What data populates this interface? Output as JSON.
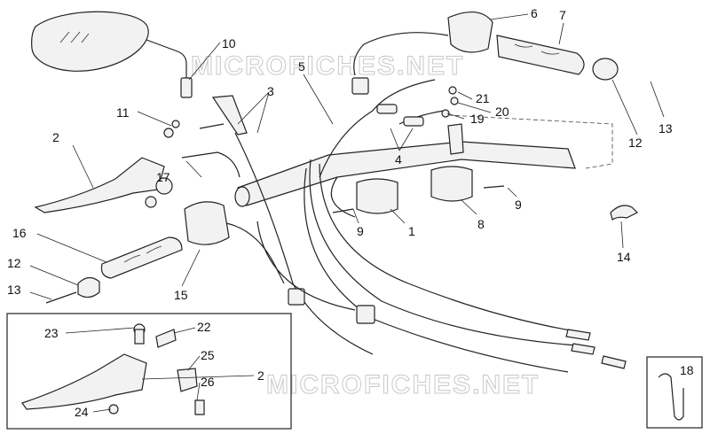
{
  "watermark": "MICROFICHES.NET",
  "callouts": {
    "c1": "1",
    "c2a": "2",
    "c2b": "2",
    "c3": "3",
    "c4": "4",
    "c5": "5",
    "c6": "6",
    "c7": "7",
    "c8": "8",
    "c9a": "9",
    "c9b": "9",
    "c10": "10",
    "c11": "11",
    "c12a": "12",
    "c12b": "12",
    "c13a": "13",
    "c13b": "13",
    "c14": "14",
    "c15": "15",
    "c16": "16",
    "c17": "17",
    "c18": "18",
    "c19": "19",
    "c20": "20",
    "c21": "21",
    "c22": "22",
    "c23": "23",
    "c24": "24",
    "c25": "25",
    "c26": "26"
  }
}
